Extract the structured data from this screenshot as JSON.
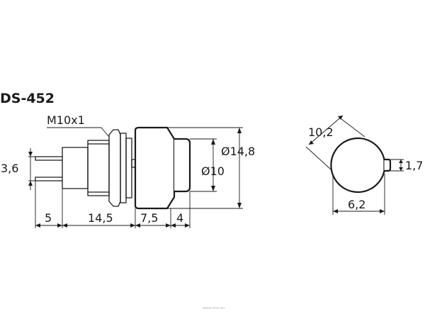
{
  "title": "DS-452",
  "labels": {
    "thread": "M10x1",
    "pin_spacing": "3,6",
    "outer_diameter": "Ø14,8",
    "inner_diameter": "Ø10",
    "len_pins": "5",
    "len_thread": "14,5",
    "len_body": "7,5",
    "len_button": "4",
    "diag_size": "10,2",
    "width_bottom": "6,2",
    "tab_size": "1,7"
  },
  "watermark": "www.tme.eu"
}
